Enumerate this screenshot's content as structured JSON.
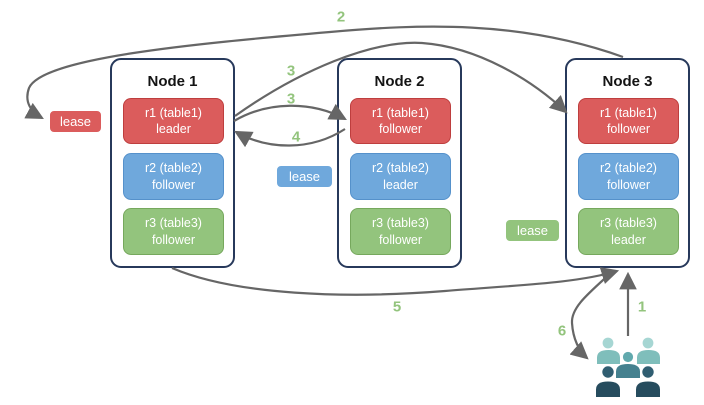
{
  "colors": {
    "red_fill": "#db5c5c",
    "red_border": "#be3e3e",
    "blue_fill": "#6fa8dc",
    "blue_border": "#5591cb",
    "green_fill": "#93c47d",
    "green_border": "#76a85d",
    "node_border": "#27395b",
    "arrow": "#666666",
    "step_label": "#93c47d",
    "users_light_head": "#a6d6d3",
    "users_light_body": "#7fbebb",
    "users_mid_head": "#61a9ad",
    "users_mid_body": "#45818f",
    "users_dark_head": "#305e71",
    "users_dark_body": "#264c5e"
  },
  "nodes": [
    {
      "title": "Node 1",
      "replicas": [
        {
          "name": "r1 (table1)",
          "role": "leader",
          "color": "red"
        },
        {
          "name": "r2 (table2)",
          "role": "follower",
          "color": "blue"
        },
        {
          "name": "r3 (table3)",
          "role": "follower",
          "color": "green"
        }
      ]
    },
    {
      "title": "Node 2",
      "replicas": [
        {
          "name": "r1 (table1)",
          "role": "follower",
          "color": "red"
        },
        {
          "name": "r2 (table2)",
          "role": "leader",
          "color": "blue"
        },
        {
          "name": "r3 (table3)",
          "role": "follower",
          "color": "green"
        }
      ]
    },
    {
      "title": "Node 3",
      "replicas": [
        {
          "name": "r1 (table1)",
          "role": "follower",
          "color": "red"
        },
        {
          "name": "r2 (table2)",
          "role": "follower",
          "color": "blue"
        },
        {
          "name": "r3 (table3)",
          "role": "leader",
          "color": "green"
        }
      ]
    }
  ],
  "leases": [
    {
      "label": "lease",
      "color": "red"
    },
    {
      "label": "lease",
      "color": "blue"
    },
    {
      "label": "lease",
      "color": "green"
    }
  ],
  "steps": [
    {
      "label": "1"
    },
    {
      "label": "2"
    },
    {
      "label": "3"
    },
    {
      "label": "3"
    },
    {
      "label": "4"
    },
    {
      "label": "5"
    },
    {
      "label": "6"
    }
  ],
  "users_icon": "users-group"
}
